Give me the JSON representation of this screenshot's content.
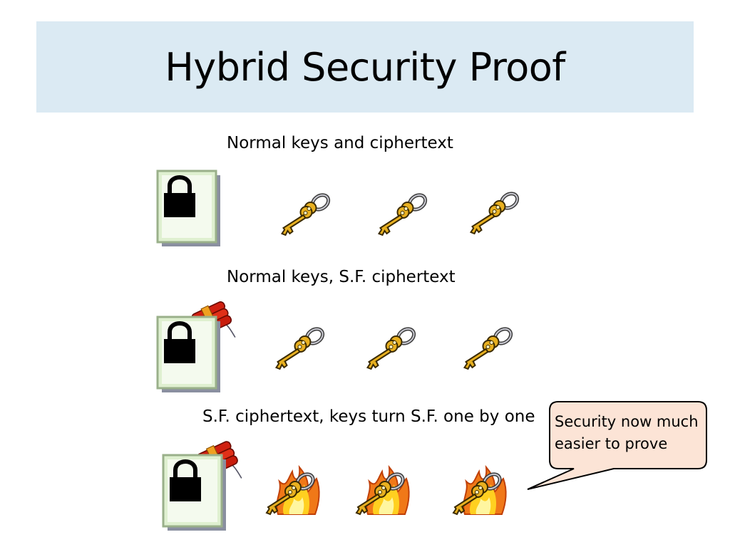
{
  "slide": {
    "title": "Hybrid Security Proof"
  },
  "rows": [
    {
      "caption": "Normal keys and ciphertext"
    },
    {
      "caption": "Normal keys, S.F. ciphertext"
    },
    {
      "caption": "S.F. ciphertext, keys turn S.F. one by one"
    }
  ],
  "callout": {
    "text_line1": "Security now much",
    "text_line2": "easier to prove"
  },
  "icons": {
    "ciphertext": "padlock-document-icon",
    "semi_functional": "dynamite-icon",
    "key": "key-icon",
    "sf_key": "burning-key-icon"
  },
  "colors": {
    "title_bg": "#dbeaf3",
    "callout_bg": "#fce4d6",
    "key_gold": "#e8b020",
    "flame": "#f07818"
  }
}
